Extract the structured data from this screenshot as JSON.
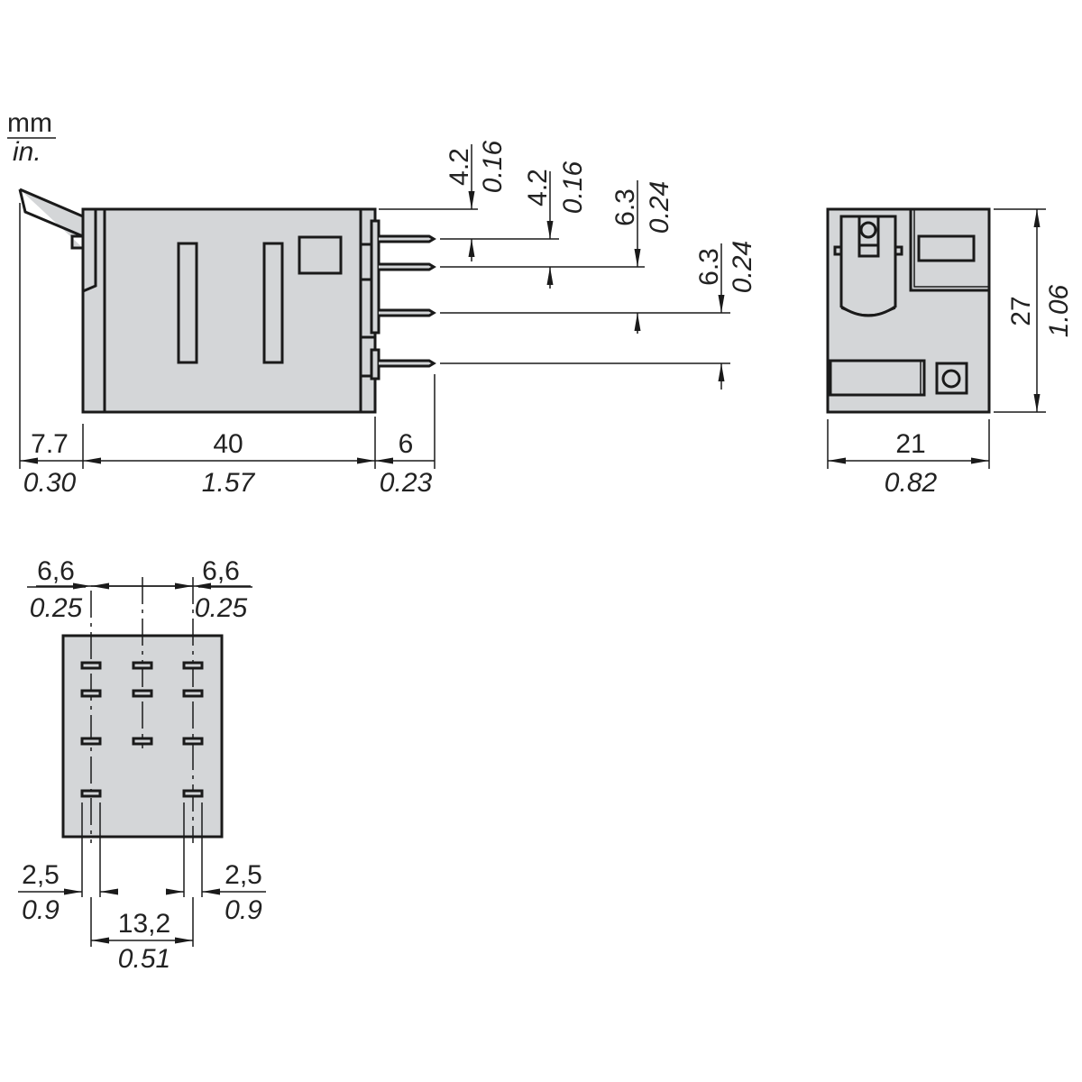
{
  "units": {
    "primary": "mm",
    "secondary": "in."
  },
  "side_view": {
    "dims": [
      {
        "mm": "7.7",
        "in": "0.30"
      },
      {
        "mm": "40",
        "in": "1.57"
      },
      {
        "mm": "6",
        "in": "0.23"
      }
    ],
    "pin_dims": [
      {
        "mm": "4.2",
        "in": "0.16"
      },
      {
        "mm": "4.2",
        "in": "0.16"
      },
      {
        "mm": "6.3",
        "in": "0.24"
      },
      {
        "mm": "6.3",
        "in": "0.24"
      }
    ]
  },
  "front_view": {
    "height": {
      "mm": "27",
      "in": "1.06"
    },
    "width": {
      "mm": "21",
      "in": "0.82"
    }
  },
  "bottom_view": {
    "pitch_left": {
      "mm": "6,6",
      "in": "0.25"
    },
    "pitch_right": {
      "mm": "6,6",
      "in": "0.25"
    },
    "pin_left": {
      "mm": "2,5",
      "in": "0.9"
    },
    "pin_right": {
      "mm": "2,5",
      "in": "0.9"
    },
    "span": {
      "mm": "13,2",
      "in": "0.51"
    }
  },
  "colors": {
    "body": "#d4d6d8",
    "line": "#1a1a1a"
  }
}
